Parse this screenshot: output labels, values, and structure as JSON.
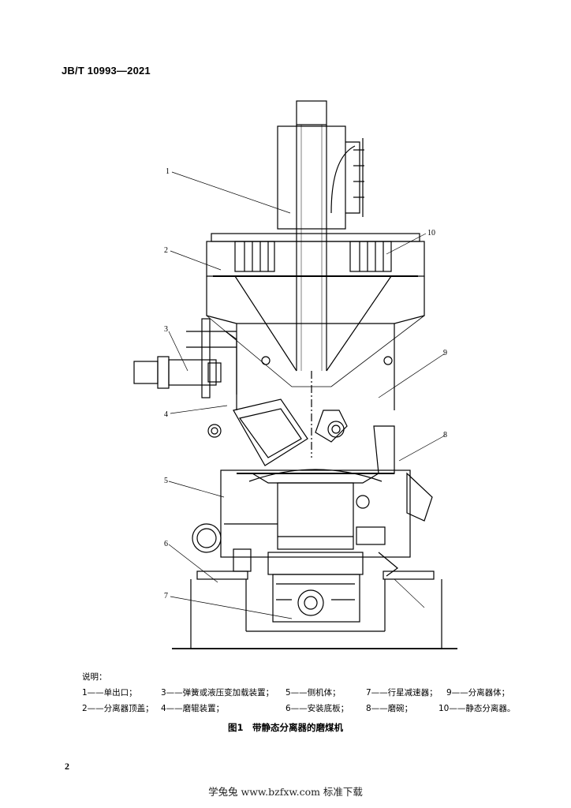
{
  "header": {
    "standard_code": "JB/T 10993—2021"
  },
  "figure": {
    "part_labels": [
      "1",
      "2",
      "3",
      "4",
      "5",
      "6",
      "7",
      "8",
      "9",
      "10"
    ],
    "caption": "图1　带静态分离器的磨煤机"
  },
  "legend": {
    "title": "说明：",
    "rows": [
      [
        "1——单出口；",
        "3——弹簧或液压变加载装置；",
        "5——侧机体；",
        "7——行星减速器；",
        "9——分离器体；"
      ],
      [
        "2——分离器顶盖；",
        "4——磨辊装置；",
        "6——安装底板；",
        "8——磨碗；",
        "10——静态分离器。"
      ]
    ]
  },
  "page_number": "2",
  "footer": {
    "watermark": "学兔兔 www.bzfxw.com 标准下载"
  }
}
